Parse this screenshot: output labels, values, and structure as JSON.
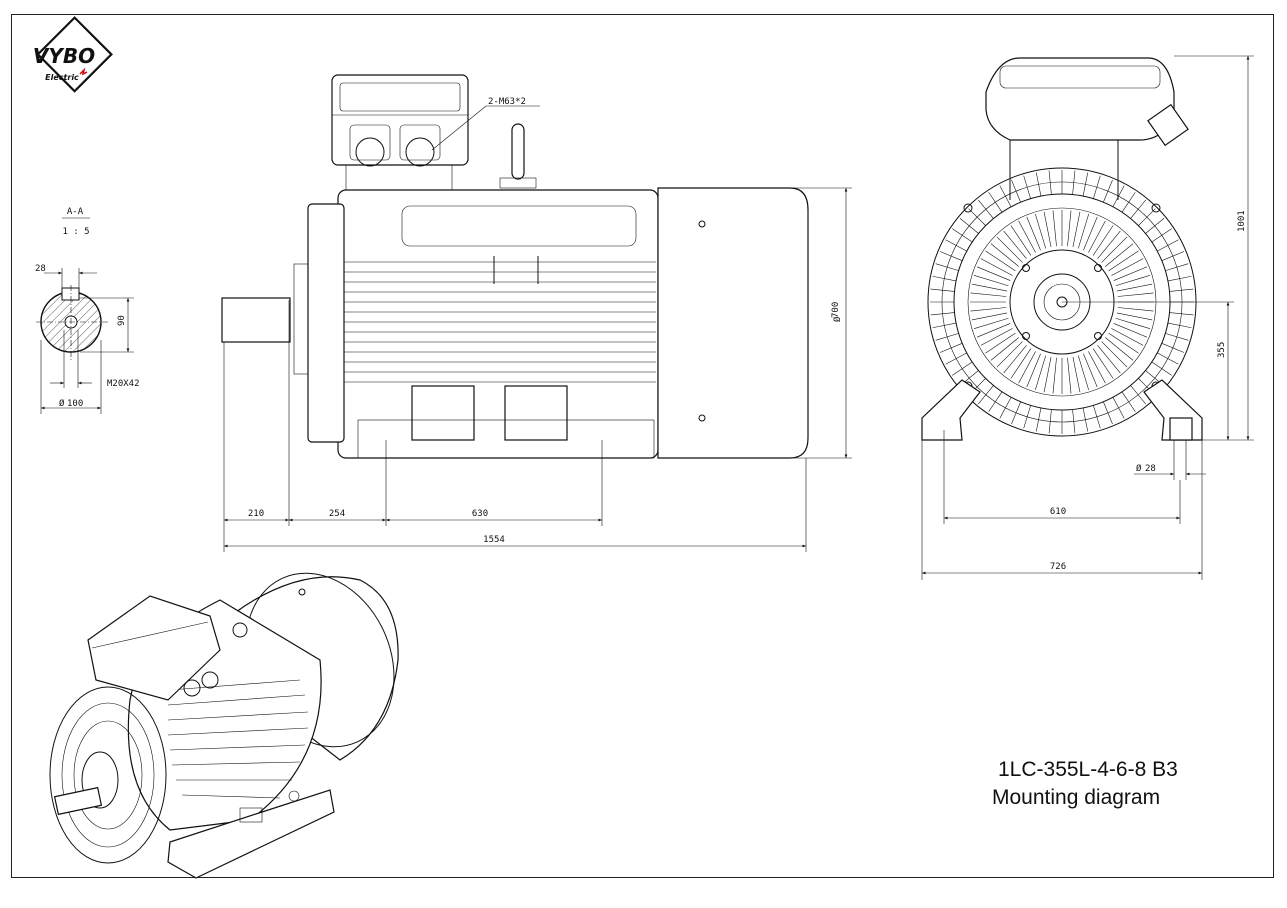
{
  "logo": {
    "brand": "VYBO",
    "sub": "Electric"
  },
  "section": {
    "label": "A-A",
    "scale": "1 : 5"
  },
  "shaft_section": {
    "key_width": "28",
    "height": "90",
    "thread": "M20X42",
    "diameter": "100",
    "diameter_symbol": "Ø"
  },
  "side_view": {
    "cable_glands": "2-M63*2",
    "flange_diameter": "700",
    "dims": [
      "210",
      "254",
      "630",
      "1554"
    ]
  },
  "end_view": {
    "total_height": "1001",
    "shaft_height": "355",
    "hole_diameter": "28",
    "foot_span": "610",
    "overall_width": "726"
  },
  "caption": {
    "model": "1LC-355L-4-6-8 B3",
    "subtitle": "Mounting diagram"
  },
  "colors": {
    "line": "#111111",
    "background": "#ffffff"
  }
}
